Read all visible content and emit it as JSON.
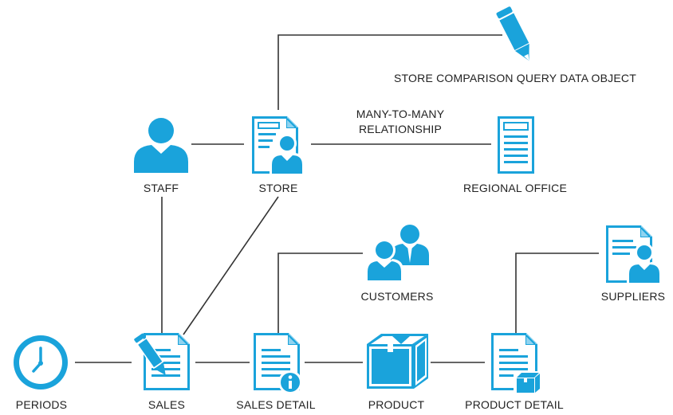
{
  "colors": {
    "accent": "#1aa3db",
    "line": "#333333",
    "text": "#222222"
  },
  "nodes": {
    "store_comparison": {
      "label": "STORE COMPARISON QUERY DATA OBJECT",
      "icon": "pencil-icon"
    },
    "staff": {
      "label": "STAFF",
      "icon": "person-icon"
    },
    "store": {
      "label": "STORE",
      "icon": "document-person-icon"
    },
    "regional_office": {
      "label": "REGIONAL OFFICE",
      "icon": "document-icon"
    },
    "customers": {
      "label": "CUSTOMERS",
      "icon": "people-icon"
    },
    "suppliers": {
      "label": "SUPPLIERS",
      "icon": "document-person-icon"
    },
    "periods": {
      "label": "PERIODS",
      "icon": "clock-icon"
    },
    "sales": {
      "label": "SALES",
      "icon": "document-pencil-icon"
    },
    "sales_detail": {
      "label": "SALES DETAIL",
      "icon": "document-info-icon"
    },
    "product": {
      "label": "PRODUCT",
      "icon": "box-icon"
    },
    "product_detail": {
      "label": "PRODUCT DETAIL",
      "icon": "document-box-icon"
    }
  },
  "edge_labels": {
    "many_to_many_line1": "MANY-TO-MANY",
    "many_to_many_line2": "RELATIONSHIP"
  }
}
